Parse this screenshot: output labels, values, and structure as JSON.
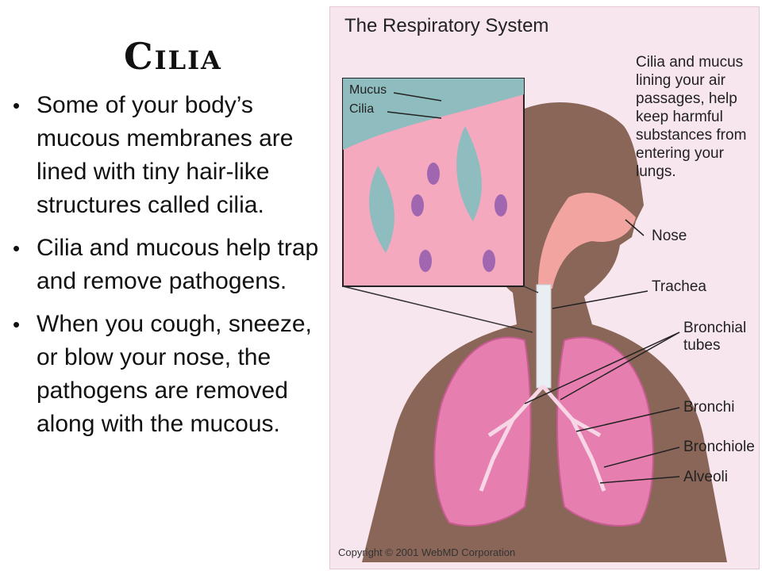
{
  "slide": {
    "title": "Cilia",
    "bullets": [
      "Some of your body’s mucous membranes are lined with tiny hair-like structures called cilia.",
      "Cilia and mucous help trap and remove pathogens.",
      "When you cough, sneeze, or blow your nose, the pathogens are removed along with the mucous."
    ],
    "bullet_symbol": "•"
  },
  "figure": {
    "title": "The Respiratory System",
    "note": "Cilia and mucus lining your air passages, help keep harmful substances from entering your lungs.",
    "inset_labels": {
      "mucus": "Mucus",
      "cilia": "Cilia"
    },
    "labels": {
      "nose": "Nose",
      "trachea": "Trachea",
      "bronchial_tubes": "Bronchial tubes",
      "bronchi": "Bronchi",
      "bronchiole": "Bronchiole",
      "alveoli": "Alveoli"
    },
    "copyright": "Copyright © 2001 WebMD Corporation"
  },
  "colors": {
    "figure_bg": "#f7e6ee",
    "skin": "#8a6658",
    "lung": "#e67fb0",
    "inset_bg": "#f4a9bf",
    "mucus_teal": "#8fbcbe"
  }
}
